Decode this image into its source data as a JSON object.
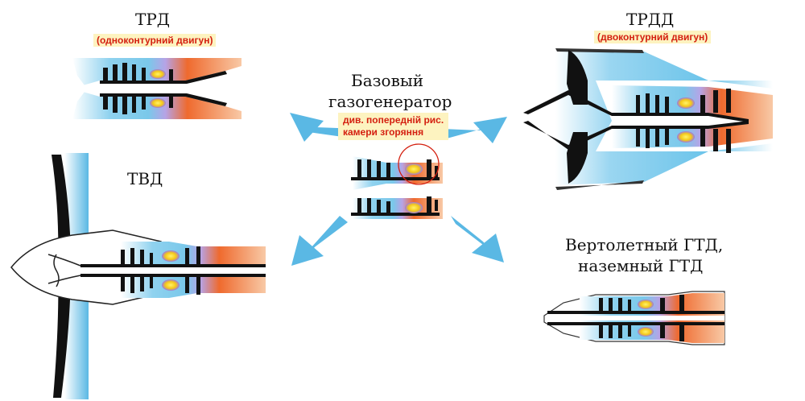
{
  "labels": {
    "trd": "ТРД",
    "trd_note": "(одноконтурний двигун)",
    "trdd": "ТРДД",
    "trdd_note": "(двоконтурний двигун)",
    "tvd": "ТВД",
    "base_line1": "Базовый",
    "base_line2": "газогенератор",
    "base_note_line1": "див. попередній рис.",
    "base_note_line2": "камери згоряння",
    "heli_line1": "Вертолетный ГТД,",
    "heli_line2": "наземный ГТД"
  },
  "colors": {
    "arrow": "#5ab8e4",
    "cold_flow": "#6cc4ea",
    "hot_flow": "#f08a3a",
    "flame": "#f5d020",
    "combustor": "#8a6ad8",
    "note_text": "#d42010",
    "note_bg": "#fdf3c0"
  }
}
